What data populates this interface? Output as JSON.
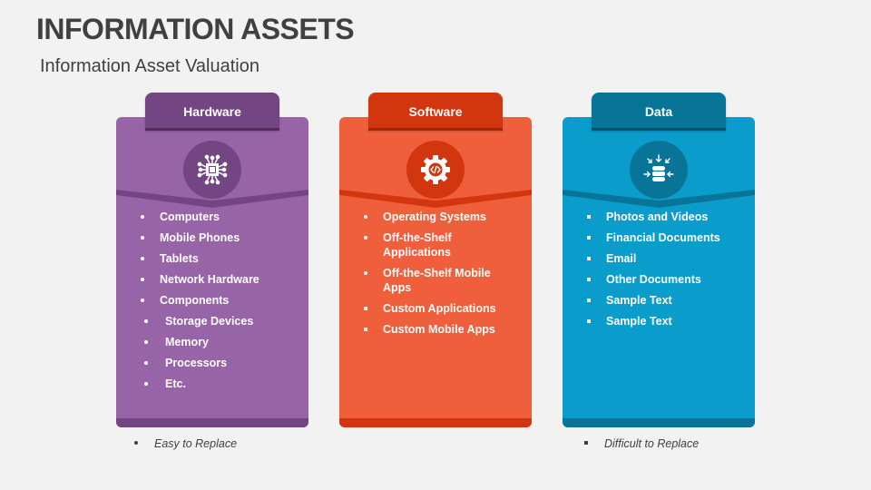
{
  "header": {
    "title": "INFORMATION ASSETS",
    "subtitle": "Information Asset Valuation"
  },
  "cards": [
    {
      "label": "Hardware",
      "icon": "cpu-chip-icon",
      "colors": {
        "body": "#9764a8",
        "tab": "#734683",
        "dark": "#734683",
        "arc": "#c29ccf"
      },
      "items": [
        "Computers",
        "Mobile Phones",
        "Tablets",
        "Network Hardware",
        "Components"
      ],
      "sub_items": [
        "Storage Devices",
        "Memory",
        "Processors",
        "Etc."
      ]
    },
    {
      "label": "Software",
      "icon": "gear-code-icon",
      "colors": {
        "body": "#f05f3c",
        "tab": "#d2360f",
        "dark": "#d2360f",
        "arc": "#f5967c"
      },
      "items": [
        "Operating Systems",
        "Off-the-Shelf Applications",
        "Off-the-Shelf Mobile Apps",
        "Custom Applications",
        "Custom Mobile Apps"
      ]
    },
    {
      "label": "Data",
      "icon": "database-icon",
      "colors": {
        "body": "#0a9ccb",
        "tab": "#087498",
        "dark": "#087498",
        "arc": "#4fcbf0"
      },
      "items": [
        "Photos and Videos",
        "Financial Documents",
        "Email",
        "Other Documents",
        "Sample Text",
        "Sample Text"
      ]
    }
  ],
  "footer": {
    "left": "Easy to Replace",
    "right": "Difficult to Replace"
  }
}
